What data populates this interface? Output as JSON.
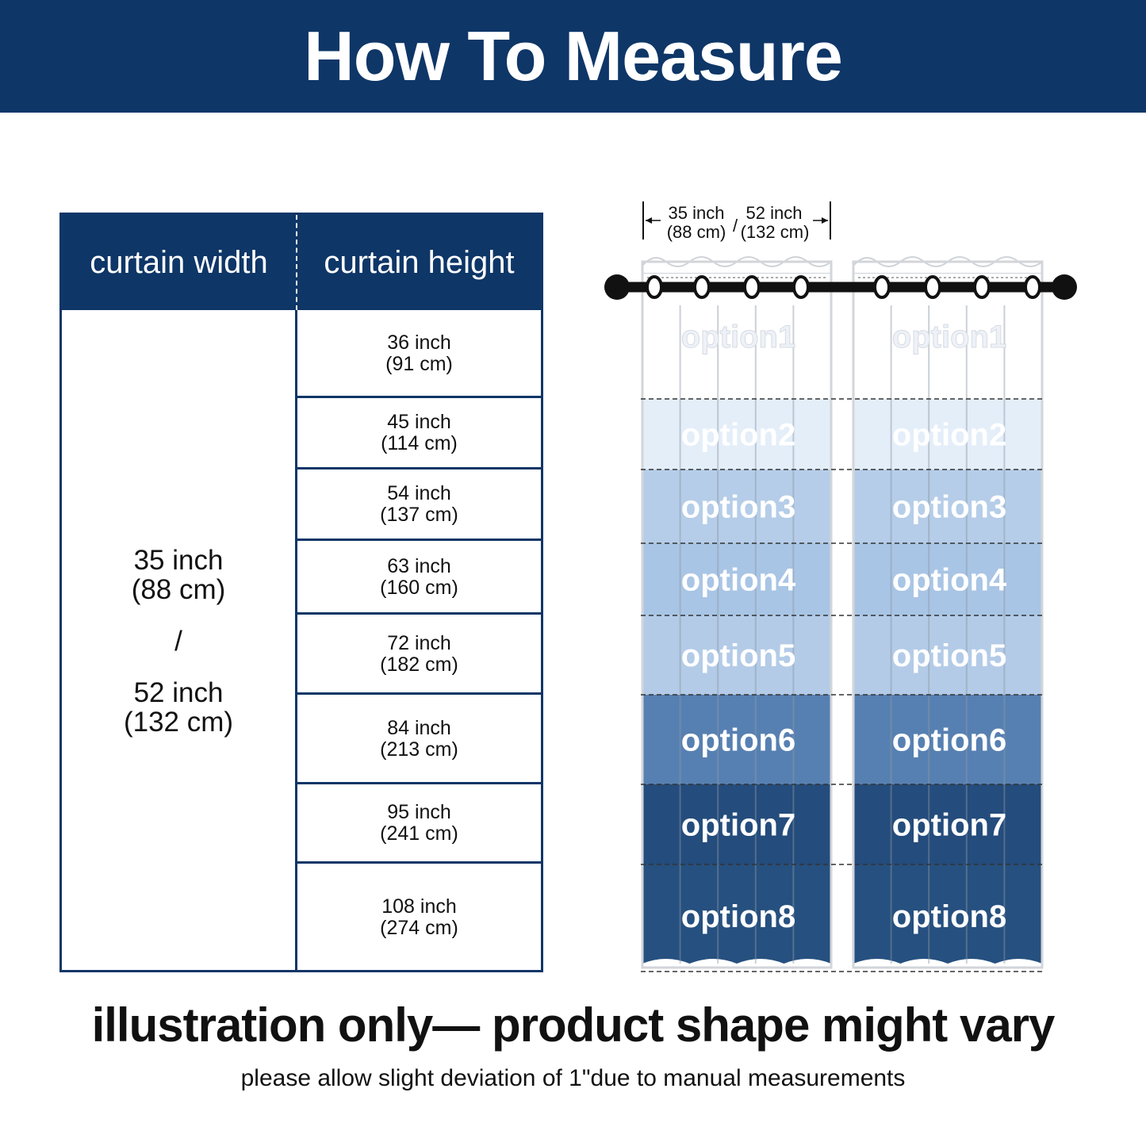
{
  "header": {
    "title": "How To Measure"
  },
  "table": {
    "width_header": "curtain width",
    "height_header": "curtain height",
    "width_values": [
      "35 inch",
      "(88 cm)",
      "/",
      "52 inch",
      "(132 cm)"
    ],
    "heights": [
      {
        "inch": "36 inch",
        "cm": "(91 cm)"
      },
      {
        "inch": "45 inch",
        "cm": "(114 cm)"
      },
      {
        "inch": "54 inch",
        "cm": "(137 cm)"
      },
      {
        "inch": "63 inch",
        "cm": "(160 cm)"
      },
      {
        "inch": "72 inch",
        "cm": "(182 cm)"
      },
      {
        "inch": "84 inch",
        "cm": "(213 cm)"
      },
      {
        "inch": "95 inch",
        "cm": "(241 cm)"
      },
      {
        "inch": "108 inch",
        "cm": "(274 cm)"
      }
    ]
  },
  "illustration": {
    "dim_left": {
      "inch": "35 inch",
      "cm": "(88 cm)"
    },
    "dim_separator": "/",
    "dim_right": {
      "inch": "52 inch",
      "cm": "(132 cm)"
    },
    "options": [
      {
        "label": "option1",
        "fill": "#ffffff",
        "text": "#eef2f8"
      },
      {
        "label": "option2",
        "fill": "#e4eef9",
        "text": "#ffffff"
      },
      {
        "label": "option3",
        "fill": "#b5cde8",
        "text": "#ffffff"
      },
      {
        "label": "option4",
        "fill": "#a9c5e5",
        "text": "#ffffff"
      },
      {
        "label": "option5",
        "fill": "#b3cbe7",
        "text": "#ffffff"
      },
      {
        "label": "option6",
        "fill": "#5780b2",
        "text": "#ffffff"
      },
      {
        "label": "option7",
        "fill": "#244c7c",
        "text": "#ffffff"
      },
      {
        "label": "option8",
        "fill": "#26507f",
        "text": "#ffffff"
      }
    ]
  },
  "footer": {
    "title": "illustration only— product shape might vary",
    "note": "please allow slight deviation of 1\"due to manual measurements"
  },
  "colors": {
    "brand": "#0e3667"
  }
}
